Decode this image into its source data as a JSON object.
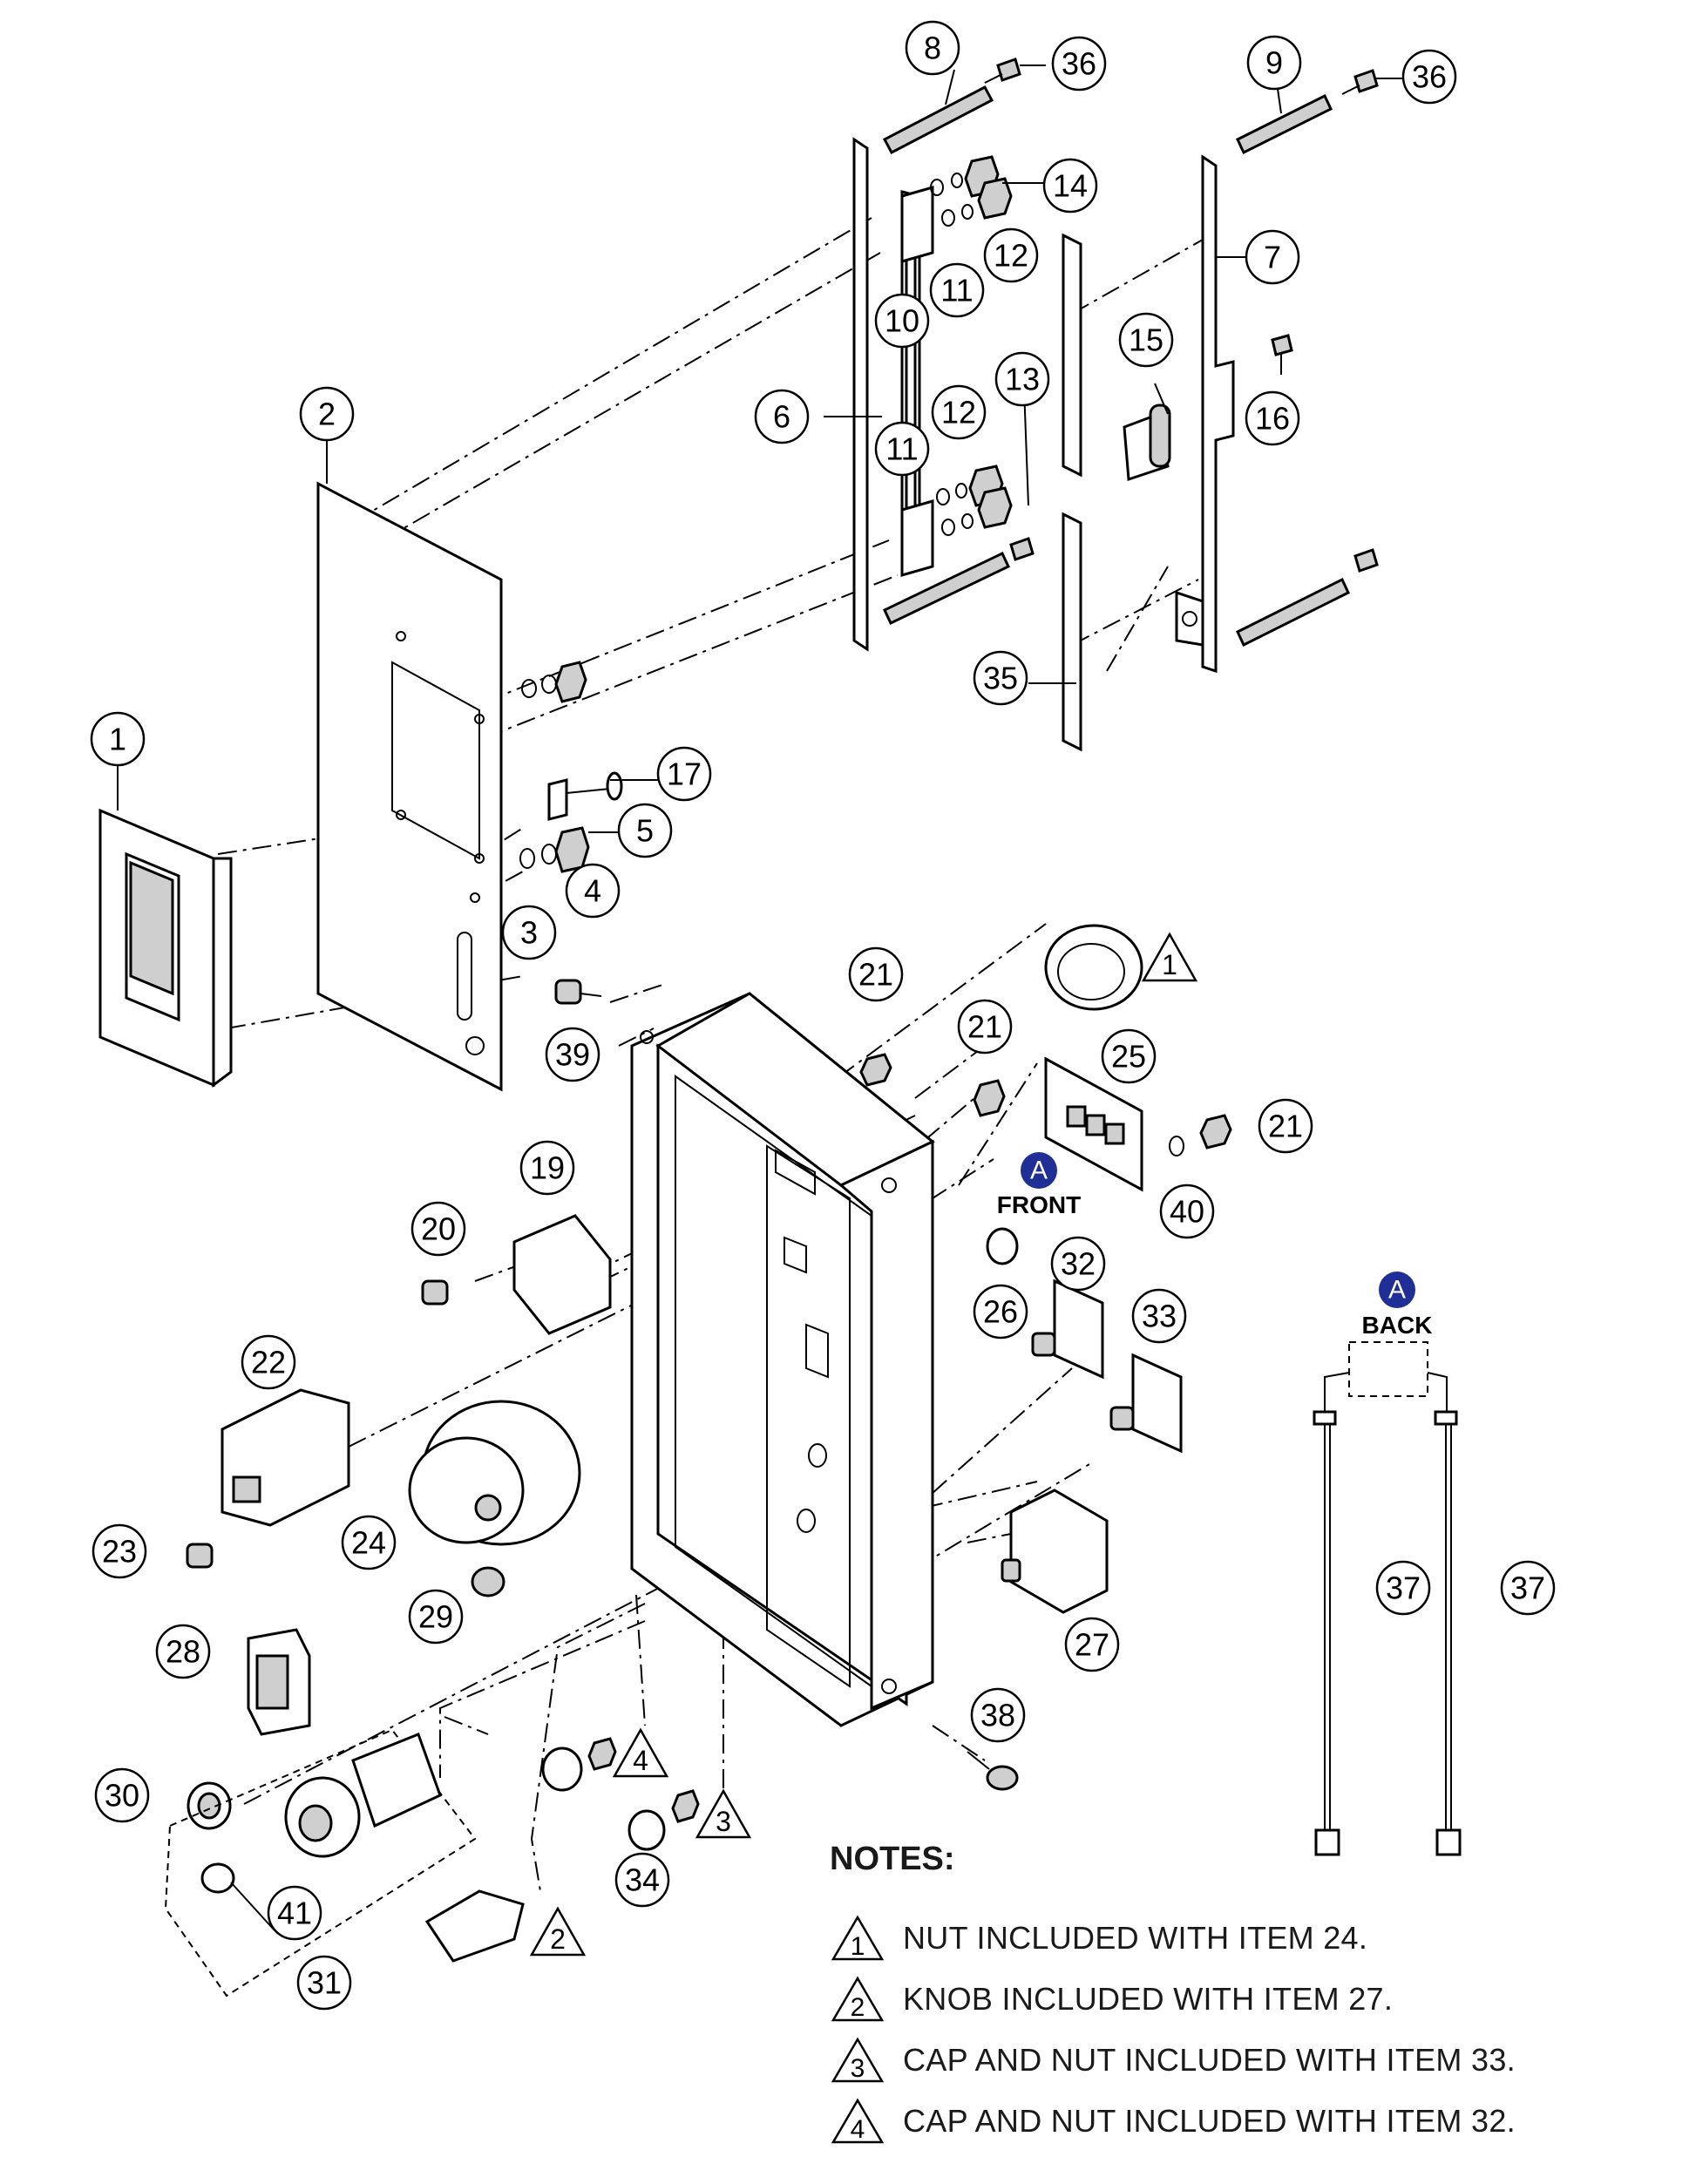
{
  "callouts": [
    {
      "id": "c1",
      "n": "1"
    },
    {
      "id": "c2",
      "n": "2"
    },
    {
      "id": "c3",
      "n": "3"
    },
    {
      "id": "c4",
      "n": "4"
    },
    {
      "id": "c5",
      "n": "5"
    },
    {
      "id": "c6",
      "n": "6"
    },
    {
      "id": "c7",
      "n": "7"
    },
    {
      "id": "c8",
      "n": "8"
    },
    {
      "id": "c9",
      "n": "9"
    },
    {
      "id": "c10",
      "n": "10"
    },
    {
      "id": "c11a",
      "n": "11"
    },
    {
      "id": "c11b",
      "n": "11"
    },
    {
      "id": "c12a",
      "n": "12"
    },
    {
      "id": "c12b",
      "n": "12"
    },
    {
      "id": "c13",
      "n": "13"
    },
    {
      "id": "c14",
      "n": "14"
    },
    {
      "id": "c15",
      "n": "15"
    },
    {
      "id": "c16",
      "n": "16"
    },
    {
      "id": "c17",
      "n": "17"
    },
    {
      "id": "c19",
      "n": "19"
    },
    {
      "id": "c20",
      "n": "20"
    },
    {
      "id": "c21a",
      "n": "21"
    },
    {
      "id": "c21b",
      "n": "21"
    },
    {
      "id": "c21c",
      "n": "21"
    },
    {
      "id": "c22",
      "n": "22"
    },
    {
      "id": "c23",
      "n": "23"
    },
    {
      "id": "c24",
      "n": "24"
    },
    {
      "id": "c25",
      "n": "25"
    },
    {
      "id": "c26",
      "n": "26"
    },
    {
      "id": "c27",
      "n": "27"
    },
    {
      "id": "c28",
      "n": "28"
    },
    {
      "id": "c29",
      "n": "29"
    },
    {
      "id": "c30",
      "n": "30"
    },
    {
      "id": "c31",
      "n": "31"
    },
    {
      "id": "c32",
      "n": "32"
    },
    {
      "id": "c33",
      "n": "33"
    },
    {
      "id": "c34",
      "n": "34"
    },
    {
      "id": "c35",
      "n": "35"
    },
    {
      "id": "c36a",
      "n": "36"
    },
    {
      "id": "c36b",
      "n": "36"
    },
    {
      "id": "c37a",
      "n": "37"
    },
    {
      "id": "c37b",
      "n": "37"
    },
    {
      "id": "c38",
      "n": "38"
    },
    {
      "id": "c39",
      "n": "39"
    },
    {
      "id": "c40",
      "n": "40"
    },
    {
      "id": "c41",
      "n": "41"
    }
  ],
  "note_flags": [
    {
      "id": "f1",
      "n": "1"
    },
    {
      "id": "f2",
      "n": "2"
    },
    {
      "id": "f3",
      "n": "3"
    },
    {
      "id": "f4",
      "n": "4"
    }
  ],
  "views": {
    "front": {
      "letter": "A",
      "label": "FRONT"
    },
    "back": {
      "letter": "A",
      "label": "BACK"
    }
  },
  "notes": {
    "title": "NOTES:",
    "items": [
      {
        "n": "1",
        "text": "NUT INCLUDED WITH ITEM 24."
      },
      {
        "n": "2",
        "text": "KNOB INCLUDED WITH ITEM 27."
      },
      {
        "n": "3",
        "text": "CAP AND NUT INCLUDED WITH ITEM 33."
      },
      {
        "n": "4",
        "text": "CAP AND NUT INCLUDED WITH ITEM 32."
      }
    ]
  },
  "colors": {
    "view_marker": "#1f2f95",
    "line": "#000000"
  }
}
